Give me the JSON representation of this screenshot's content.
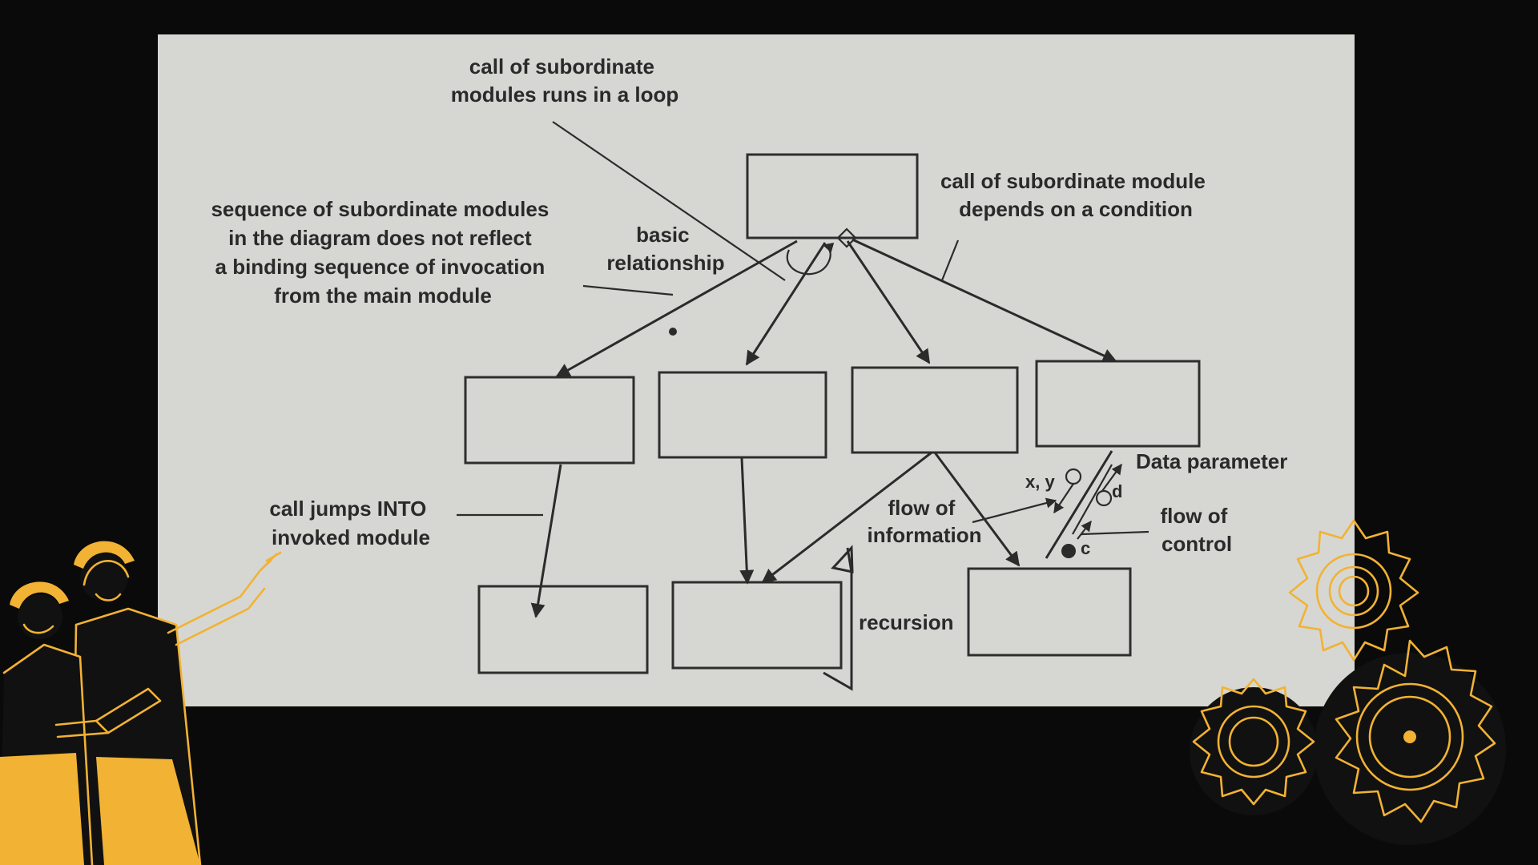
{
  "labels": {
    "loop": [
      "call of subordinate",
      "modules runs in a loop"
    ],
    "condition": [
      "call of subordinate module",
      "depends on a condition"
    ],
    "sequence": [
      "sequence of subordinate modules",
      "in the diagram does not reflect",
      "a binding sequence of invocation",
      "from the main module"
    ],
    "basic": [
      "basic",
      "relationship"
    ],
    "call_jumps": [
      "call jumps INTO",
      "invoked module"
    ],
    "data_parameter": "Data parameter",
    "flow_info": [
      "flow of",
      "information"
    ],
    "flow_control": [
      "flow of",
      "control"
    ],
    "xy": "x, y",
    "d": "d",
    "c": "c",
    "recursion": "recursion"
  },
  "colors": {
    "background": "#0a0a0a",
    "sheet": "#d6d7d3",
    "ink": "#2b2b2b",
    "accent": "#f2b233"
  },
  "icons": {
    "people": "engineers-pointing-illustration",
    "gears": "gears-illustration"
  }
}
